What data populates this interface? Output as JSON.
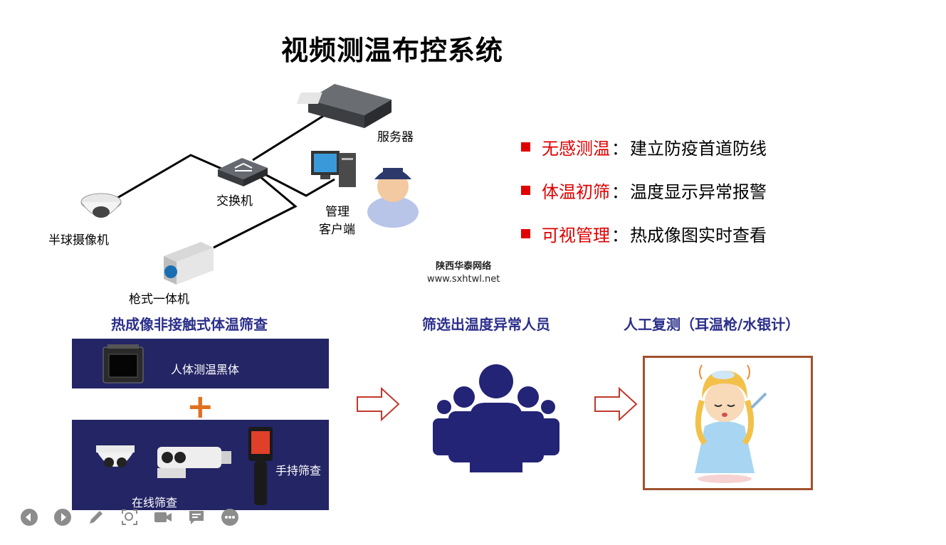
{
  "title": "视频测温布控系统",
  "network": {
    "server_label": "服务器",
    "switch_label": "交换机",
    "client_label_line1": "管理",
    "client_label_line2": "客户端",
    "dome_label": "半球摄像机",
    "bullet_label": "枪式一体机"
  },
  "features": [
    {
      "key": "无感测温",
      "desc": "建立防疫首道防线"
    },
    {
      "key": "体温初筛",
      "desc": "温度显示异常报警"
    },
    {
      "key": "可视管理",
      "desc": "热成像图实时查看"
    }
  ],
  "colon": "：",
  "watermark": {
    "line1": "陕西华泰网络",
    "line2": "www.sxhtwl.net"
  },
  "flow": {
    "step1_title": "热成像非接触式体温筛查",
    "blackbody_label": "人体测温黑体",
    "plus": "+",
    "online_label": "在线筛查",
    "handheld_label": "手持筛查",
    "step2_title": "筛选出温度异常人员",
    "step3_title": "人工复测（耳温枪/水银计）"
  },
  "colors": {
    "accent_red": "#e00000",
    "navy": "#242565",
    "title_blue": "#2b2f8a",
    "plus_orange": "#e07020"
  }
}
